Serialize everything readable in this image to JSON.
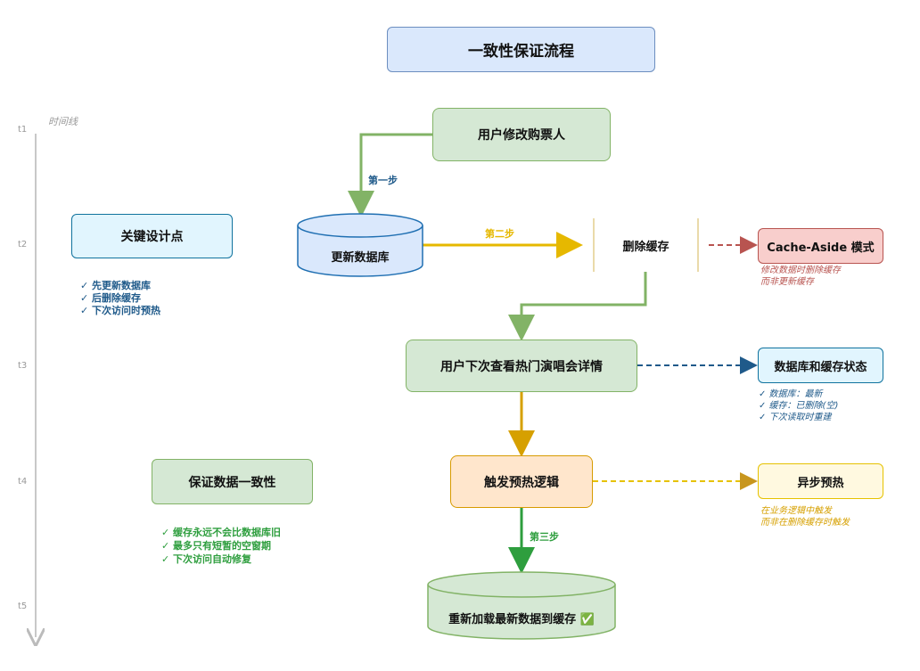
{
  "title": "一致性保证流程",
  "timeline": {
    "label": "时间线",
    "ticks": [
      "t1",
      "t2",
      "t3",
      "t4",
      "t5"
    ]
  },
  "nodes": {
    "user_modify": "用户修改购票人",
    "update_db": "更新数据库",
    "delete_cache": "删除缓存",
    "cache_aside": "Cache-Aside 模式",
    "user_next_view": "用户下次查看热门演唱会详情",
    "db_cache_state": "数据库和缓存状态",
    "trigger_warmup": "触发预热逻辑",
    "async_warmup": "异步预热",
    "reload_latest": "重新加载最新数据到缓存 ✅",
    "key_design": "关键设计点",
    "ensure_consistency": "保证数据一致性"
  },
  "edges": {
    "step1": "第一步",
    "step2": "第二步",
    "step3": "第三步"
  },
  "notes": {
    "key_design": [
      "✓ 先更新数据库",
      "✓ 后删除缓存",
      "✓ 下次访问时预热"
    ],
    "cache_aside": [
      "修改数据时删除缓存",
      "而非更新缓存"
    ],
    "db_cache_state": [
      "✓ 数据库：最新",
      "✓ 缓存：已删除(空)",
      "✓ 下次读取时重建"
    ],
    "async_warmup": [
      "在业务逻辑中触发",
      "而非在删除缓存时触发"
    ],
    "consistency": [
      "✓ 缓存永远不会比数据库旧",
      "✓ 最多只有短暂的空窗期",
      "✓ 下次访问自动修复"
    ]
  },
  "colors": {
    "green_fill": "#d5e8d4",
    "green_stroke": "#82b366",
    "blue_fill": "#dae8fc",
    "blue_stroke": "#6c8ebf",
    "yellow_fill": "#fff2cc",
    "yellow_stroke": "#d6b656",
    "red_fill": "#f8cecc",
    "red_stroke": "#b85450",
    "orange_fill": "#ffe6cc",
    "orange_stroke": "#d79b00",
    "lightblue_fill": "#e1f5fe",
    "navy": "#10739e"
  }
}
